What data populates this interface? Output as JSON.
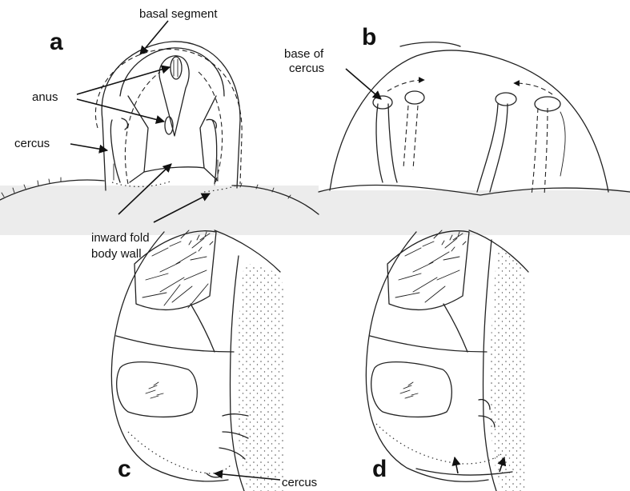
{
  "panels": {
    "a": "a",
    "b": "b",
    "c": "c",
    "d": "d"
  },
  "labels": {
    "basal_segment": "basal segment",
    "anus": "anus",
    "cercus_a": "cercus",
    "base_of_cercus_line1": "base of",
    "base_of_cercus_line2": "cercus",
    "inward_fold_line1": "inward fold",
    "inward_fold_line2": "body wall",
    "cercus_c": "cercus"
  }
}
